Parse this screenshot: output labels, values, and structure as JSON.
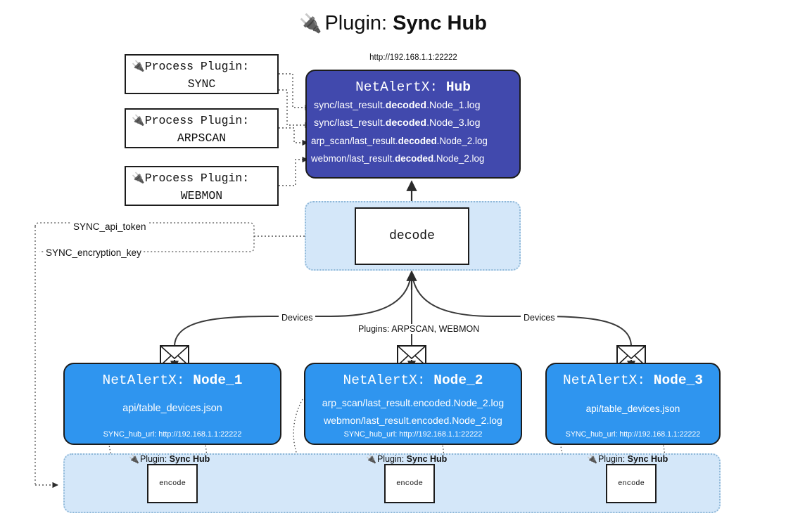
{
  "title": {
    "icon": "plug-icon",
    "prefix": "Plugin:",
    "name": "Sync Hub"
  },
  "hub": {
    "url": "http://192.168.1.1:22222",
    "title_prefix": "NetAlertX:",
    "title_name": "Hub",
    "lines": [
      {
        "pre": "sync/last_result.",
        "bold": "decoded",
        "post": ".Node_1.log"
      },
      {
        "pre": "sync/last_result.",
        "bold": "decoded",
        "post": ".Node_3.log"
      },
      {
        "pre": "arp_scan/last_result.",
        "bold": "decoded",
        "post": ".Node_2.log"
      },
      {
        "pre": "webmon/last_result.",
        "bold": "decoded",
        "post": ".Node_2.log"
      }
    ],
    "fill_color": "#4149ad"
  },
  "process_plugins": [
    {
      "icon": "plug-icon",
      "label": "Process Plugin:",
      "value": "SYNC"
    },
    {
      "icon": "plug-icon",
      "label": "Process Plugin:",
      "value": "ARPSCAN"
    },
    {
      "icon": "plug-icon",
      "label": "Process Plugin:",
      "value": "WEBMON"
    }
  ],
  "decode": {
    "label": "decode",
    "container_color": "#d4e7f9"
  },
  "env_vars": [
    {
      "name": "SYNC_api_token"
    },
    {
      "name": "SYNC_encryption_key"
    }
  ],
  "edge_labels": {
    "devices_left": "Devices",
    "devices_right": "Devices",
    "plugins_center": "Plugins: ARPSCAN, WEBMON"
  },
  "nodes": [
    {
      "title_prefix": "NetAlertX:",
      "title_name": "Node_1",
      "lines": [
        "api/table_devices.json"
      ],
      "footer": "SYNC_hub_url: http://192.168.1.1:22222",
      "fill_color": "#2f95ef"
    },
    {
      "title_prefix": "NetAlertX:",
      "title_name": "Node_2",
      "lines": [
        "arp_scan/last_result.encoded.Node_2.log",
        "webmon/last_result.encoded.Node_2.log"
      ],
      "footer": "SYNC_hub_url: http://192.168.1.1:22222",
      "fill_color": "#2f95ef"
    },
    {
      "title_prefix": "NetAlertX:",
      "title_name": "Node_3",
      "lines": [
        "api/table_devices.json"
      ],
      "footer": "SYNC_hub_url: http://192.168.1.1:22222",
      "fill_color": "#2f95ef"
    }
  ],
  "plugin_tags": [
    {
      "icon": "plug-icon",
      "prefix": "Plugin:",
      "name": "Sync Hub",
      "encode_label": "encode"
    },
    {
      "icon": "plug-icon",
      "prefix": "Plugin:",
      "name": "Sync Hub",
      "encode_label": "encode"
    },
    {
      "icon": "plug-icon",
      "prefix": "Plugin:",
      "name": "Sync Hub",
      "encode_label": "encode"
    }
  ]
}
